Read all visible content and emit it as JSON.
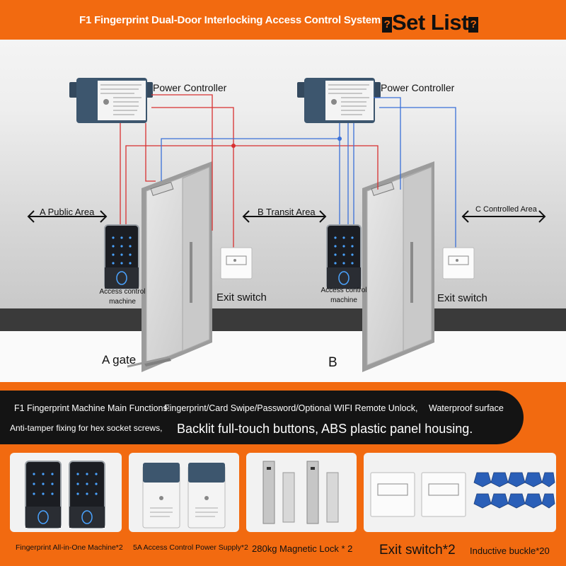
{
  "header": {
    "title": "F1 Fingerprint Dual-Door Interlocking Access Control System",
    "set_list": "Set List"
  },
  "diagram": {
    "power_controller_left": "Power Controller",
    "power_controller_right": "Power Controller",
    "area_a": "A Public Area",
    "area_b": "B Transit Area",
    "area_c": "C Controlled Area",
    "access_machine_left": [
      "Access control",
      "machine"
    ],
    "access_machine_right": [
      "Access control",
      "machine"
    ],
    "exit_switch_left": "Exit switch",
    "exit_switch_right": "Exit switch",
    "gate_a": "A gate",
    "gate_b": "B"
  },
  "functions": {
    "heading": "F1 Fingerprint Machine Main Functions:",
    "item1": "Fingerprint/Card Swipe/Password/Optional WIFI Remote Unlock,",
    "item2": "Waterproof surface",
    "item3": "Anti-tamper fixing for hex socket screws,",
    "item4": "Backlit full-touch buttons, ABS plastic panel housing."
  },
  "set_items": [
    "Fingerprint All-in-One Machine*2",
    "5A Access Control Power Supply*2",
    "280kg Magnetic Lock * 2",
    "Exit switch*2",
    "Inductive buckle*20"
  ],
  "colors": {
    "accent": "#f26a10",
    "wire_red": "#d83030",
    "wire_blue": "#3a70d8",
    "banner": "#141414"
  }
}
